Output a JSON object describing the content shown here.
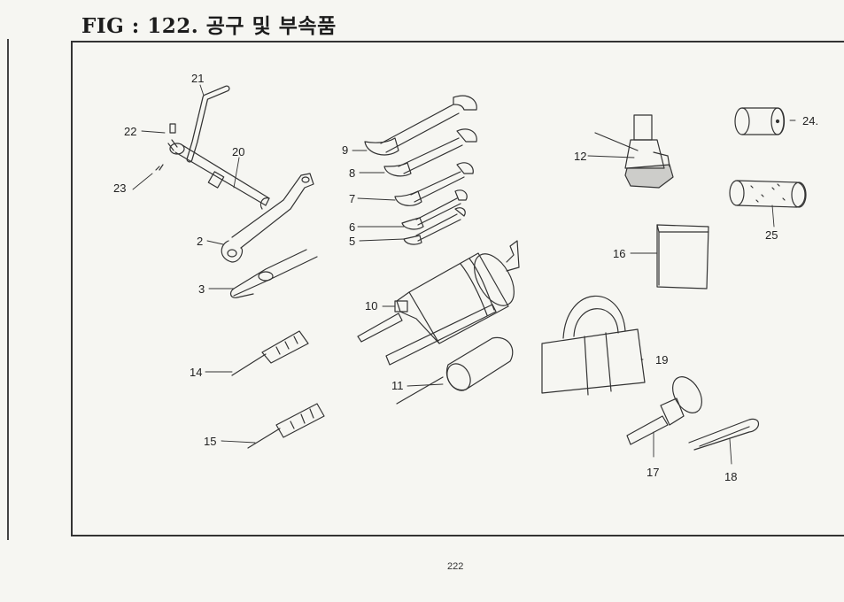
{
  "header": {
    "title": "FIG : 122. 공구 및 부속품"
  },
  "footer": {
    "page_number": "222"
  },
  "callouts": {
    "c2": "2",
    "c3": "3",
    "c5": "5",
    "c6": "6",
    "c7": "7",
    "c8": "8",
    "c9": "9",
    "c10": "10",
    "c11": "11",
    "c12": "12",
    "c14": "14",
    "c15": "15",
    "c16": "16",
    "c17": "17",
    "c18": "18",
    "c19": "19",
    "c20": "20",
    "c21": "21",
    "c22": "22",
    "c23": "23",
    "c24": "24.",
    "c25": "25"
  }
}
